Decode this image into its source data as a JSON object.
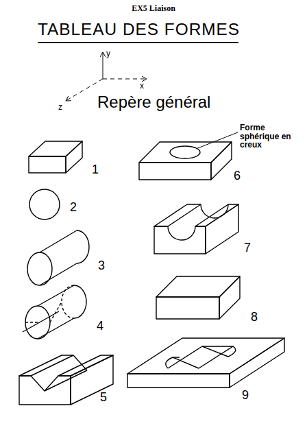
{
  "diagram": {
    "title": "TABLEAU DES FORMES",
    "labels": [
      "EX5 Liaison",
      "y",
      "x",
      "z",
      "Repère général",
      "Forme sphérique en creux",
      "1",
      "2",
      "3",
      "4",
      "5",
      "6",
      "7",
      "8",
      "9"
    ]
  }
}
